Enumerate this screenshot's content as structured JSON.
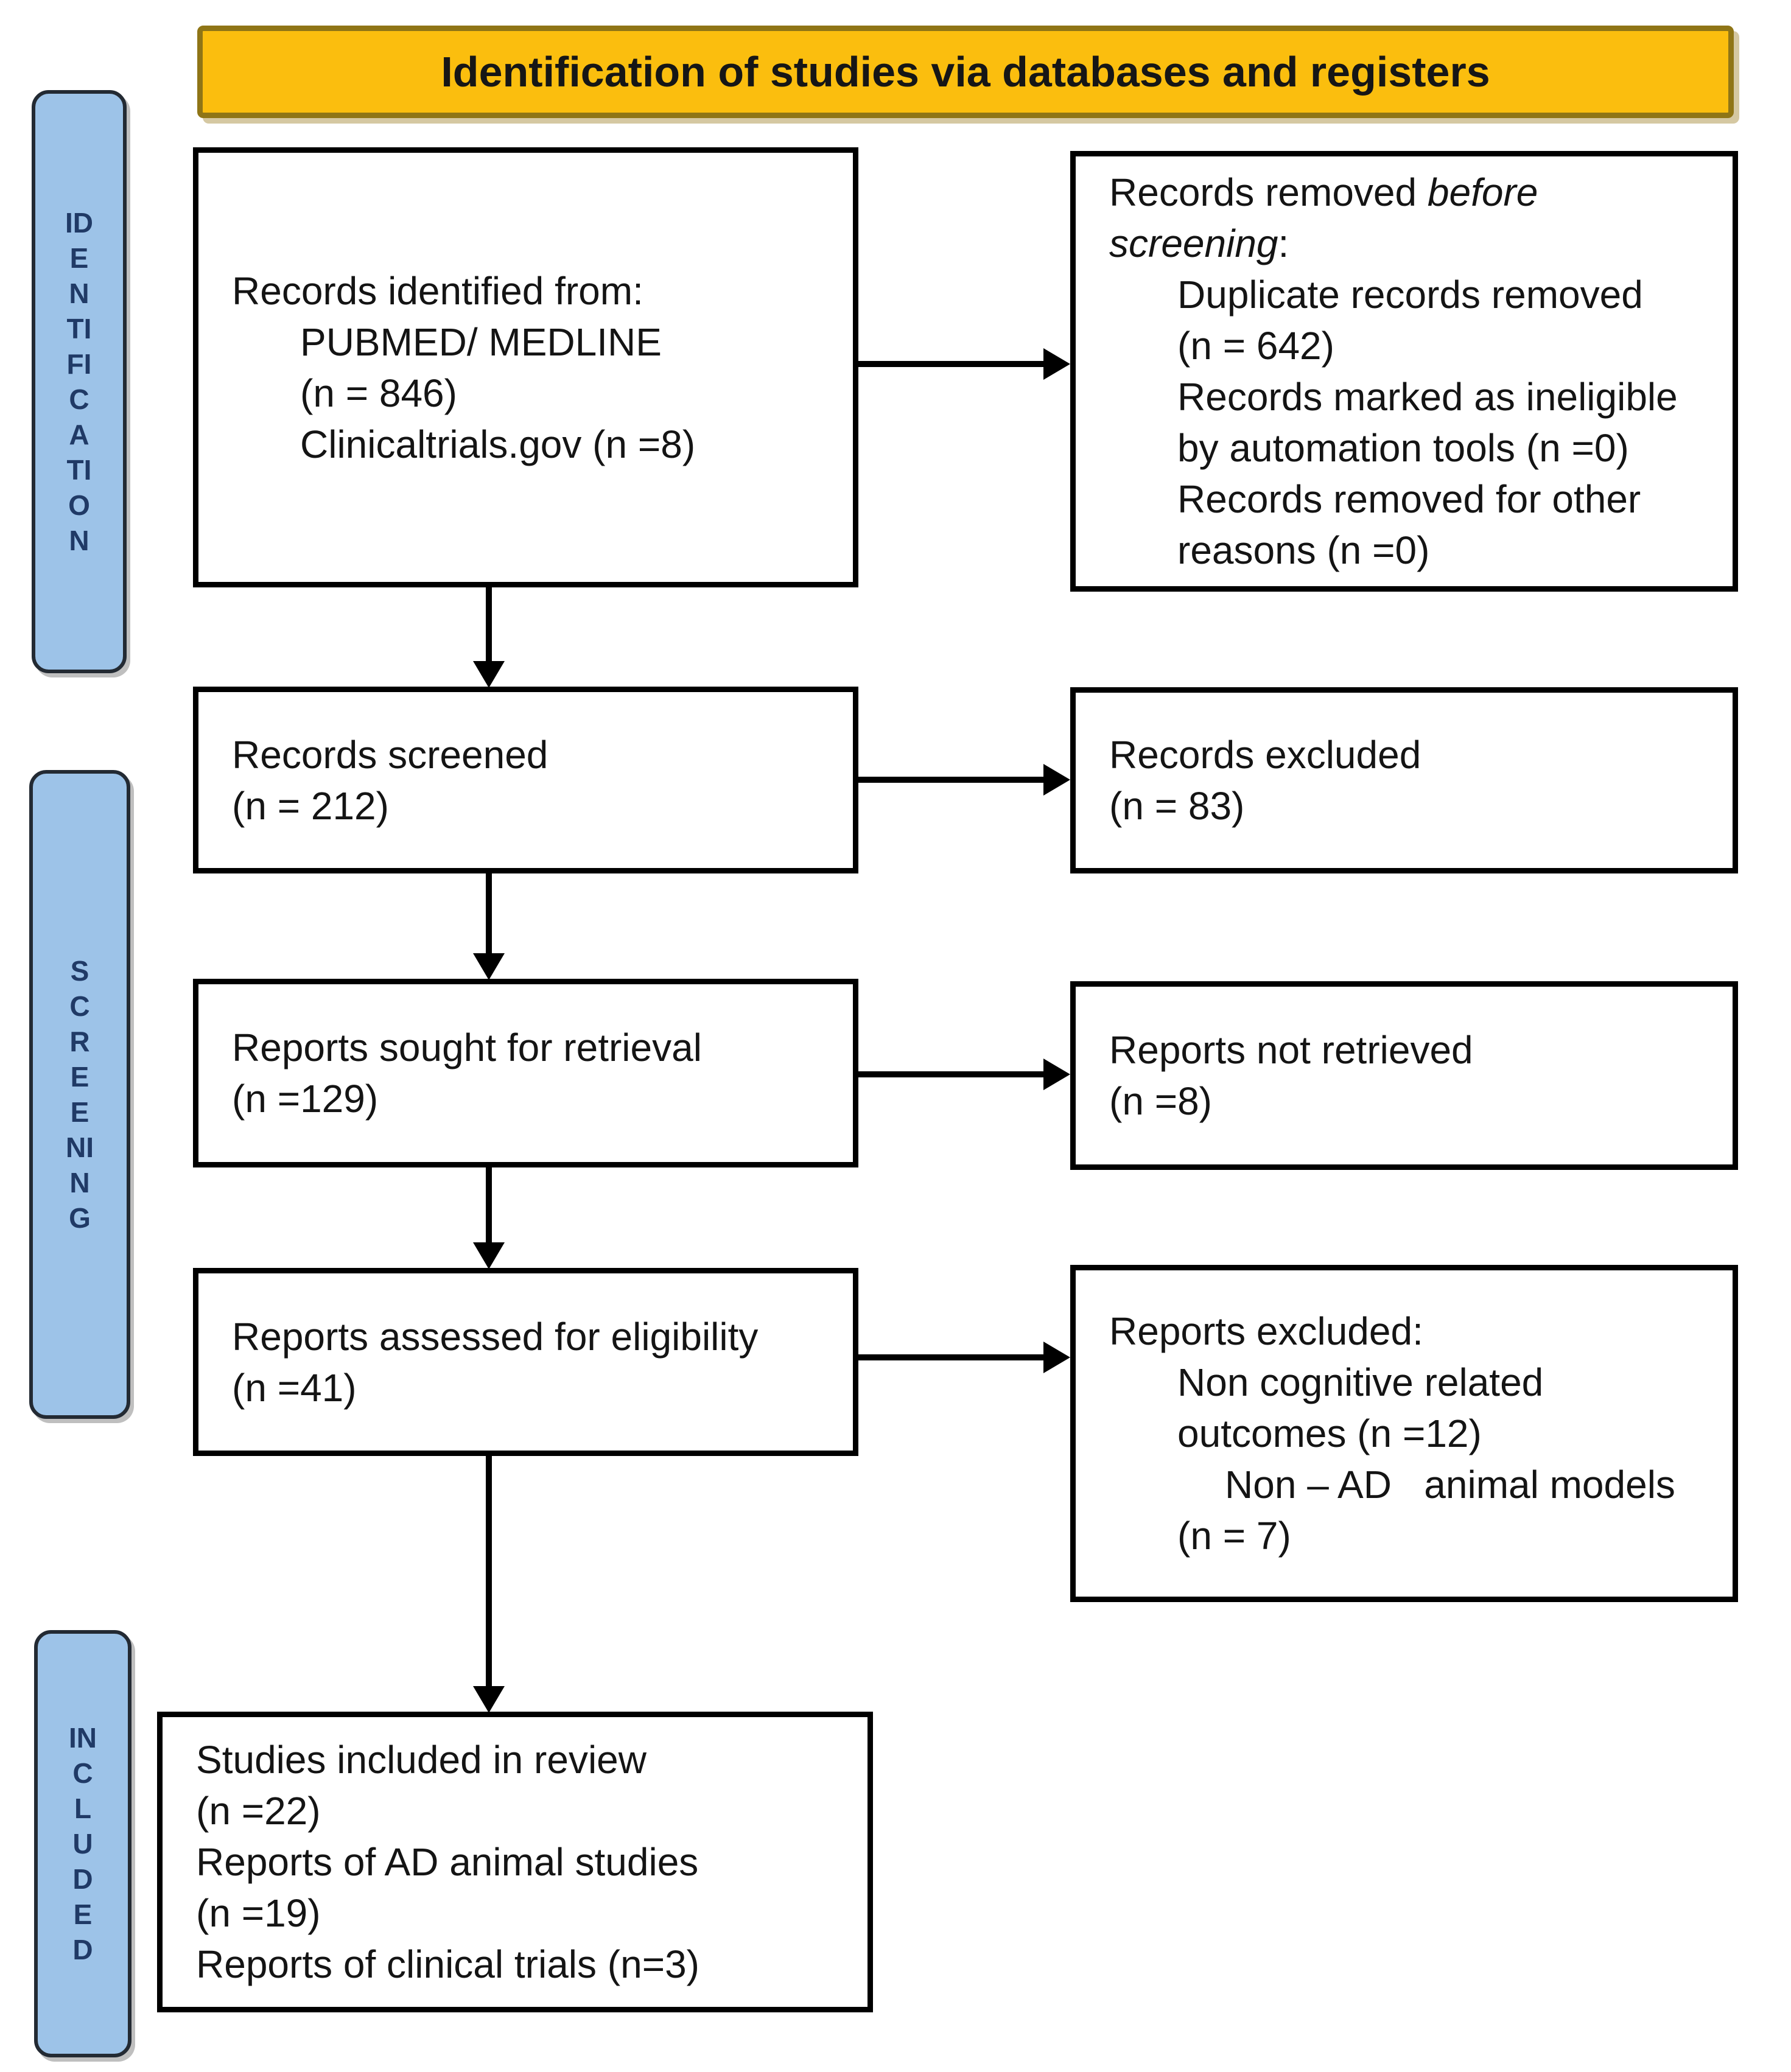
{
  "banner": {
    "title": "Identification of studies via databases and registers"
  },
  "sidebar": {
    "identification": "IDENTIFICATION",
    "screening": "SCREENING",
    "included": "INCLUDED"
  },
  "boxes": {
    "records_identified": {
      "lines": [
        "Records identified from:",
        "PUBMED/ MEDLINE",
        "(n = 846)",
        "Clinicaltrials.gov (n =8)"
      ]
    },
    "records_removed": {
      "intro": "Records removed ",
      "before_italic": "before",
      "screening_italic": "screening",
      "colon": ":",
      "items": [
        "Duplicate records removed",
        "(n = 642)",
        "Records marked as ineligible",
        "by automation tools (n =0)",
        "Records removed for other",
        "reasons (n =0)"
      ]
    },
    "records_screened": {
      "lines": [
        "Records screened",
        "(n = 212)"
      ]
    },
    "records_excluded": {
      "lines": [
        "Records excluded",
        "(n = 83)"
      ]
    },
    "reports_sought": {
      "lines": [
        "Reports sought for retrieval",
        "(n =129)"
      ]
    },
    "reports_not_retrieved": {
      "lines": [
        "Reports not retrieved",
        "(n =8)"
      ]
    },
    "reports_assessed": {
      "lines": [
        "Reports assessed for eligibility",
        "(n =41)"
      ]
    },
    "reports_excluded": {
      "lines": [
        "Reports excluded:",
        "Non cognitive related",
        "outcomes (n =12)",
        "Non – AD   animal models",
        "(n = 7)"
      ]
    },
    "studies_included": {
      "lines": [
        "Studies included in review",
        "(n =22)",
        "Reports of AD animal studies",
        "(n =19)",
        "Reports of clinical trials (n=3)"
      ]
    }
  },
  "colors": {
    "banner_bg": "#FBBE0E",
    "banner_border": "#8F7516",
    "sidebar_bg": "#9DC3E8",
    "sidebar_text": "#203A66",
    "box_border": "#000000",
    "arrow_color": "#000000"
  }
}
